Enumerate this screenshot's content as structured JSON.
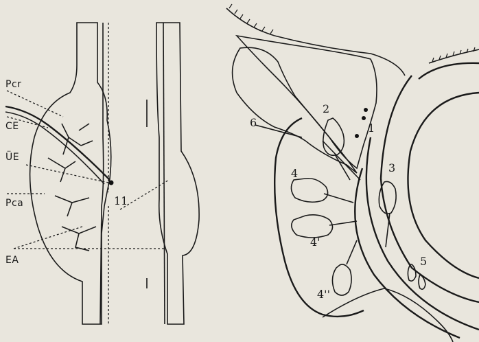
{
  "left_labels": {
    "pcr": "Pcr",
    "ce": "CE",
    "ue": "ÜE",
    "pca": "Pca",
    "ea": "EA"
  },
  "right_labels": {
    "n1": "1",
    "n2": "2",
    "n3": "3",
    "n4": "4",
    "n4p": "4'",
    "n5": "5",
    "n6": "6",
    "n4pp": "4''"
  },
  "colors": {
    "paper": "#e9e6dd",
    "ink": "#1a1a1a"
  }
}
